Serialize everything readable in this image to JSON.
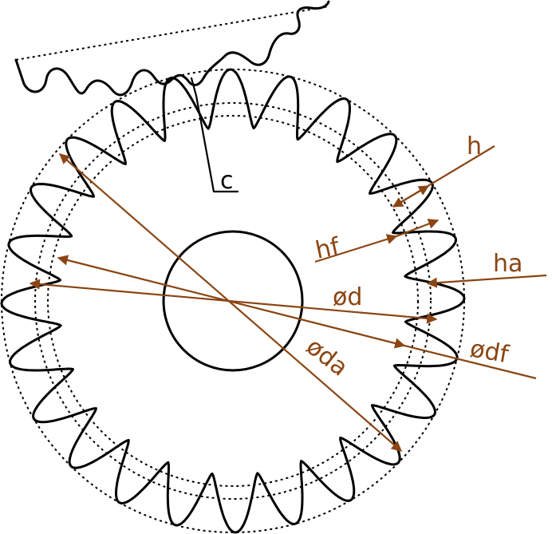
{
  "diagram": {
    "labels": {
      "c": "c",
      "h": "h",
      "hf": "hf",
      "ha": "ha",
      "d": "ød",
      "df": "ødf",
      "da": "øda"
    },
    "teeth_count": 24,
    "colors": {
      "gear": "#000000",
      "dimension": "#8B4513",
      "background": "#ffffff"
    }
  }
}
